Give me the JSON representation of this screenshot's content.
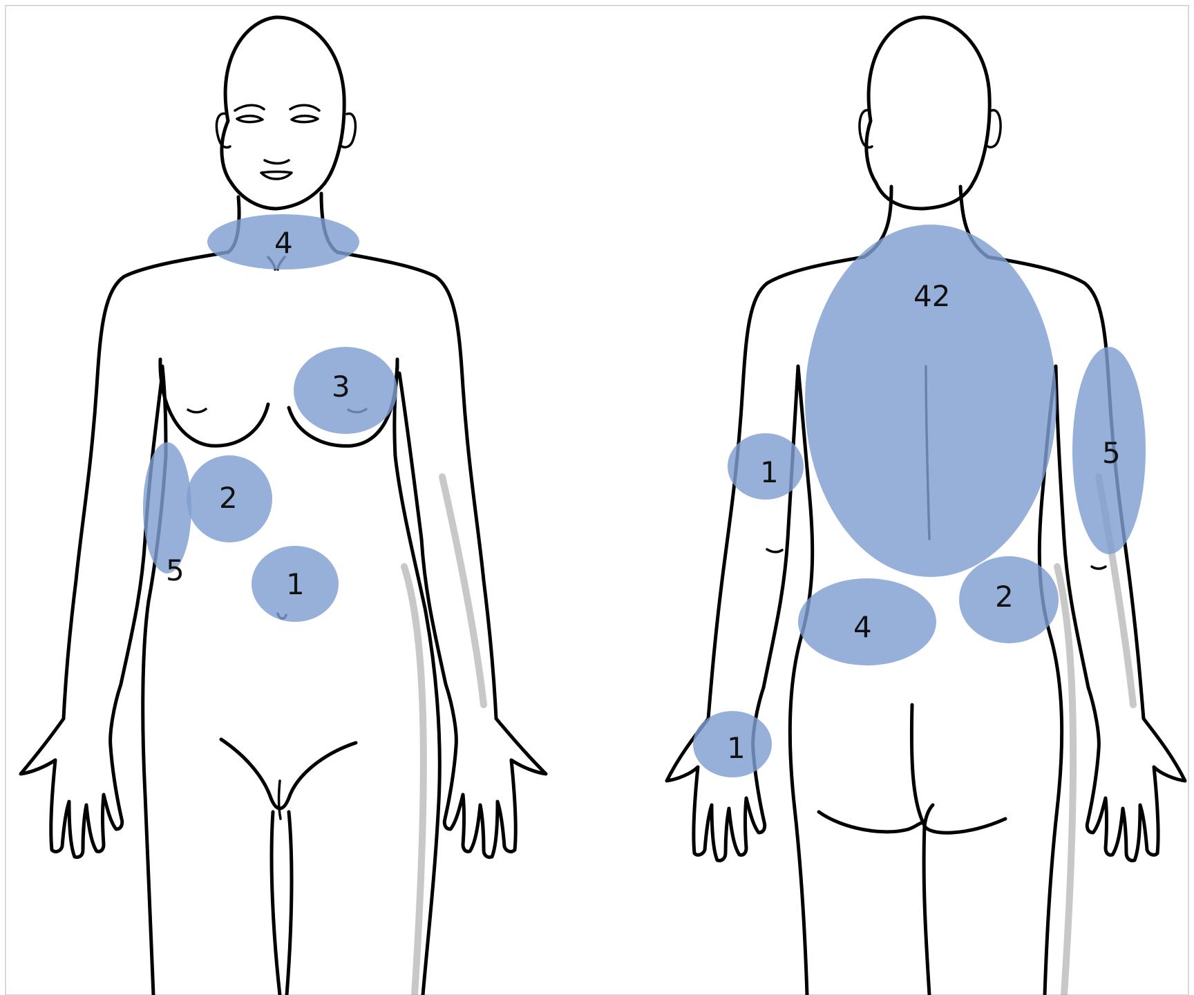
{
  "figure": {
    "colors": {
      "highlight_fill": "#7f9fd1",
      "highlight_opacity": 0.82,
      "outline": "#000000",
      "background": "#ffffff"
    },
    "front_view": {
      "regions": [
        {
          "id": "neck",
          "label": "4"
        },
        {
          "id": "left-breast",
          "label": "3"
        },
        {
          "id": "right-upper-abdomen",
          "label": "2"
        },
        {
          "id": "right-flank",
          "label": "5"
        },
        {
          "id": "lower-abdomen",
          "label": "1"
        }
      ]
    },
    "back_view": {
      "regions": [
        {
          "id": "upper-back",
          "label": "42"
        },
        {
          "id": "left-upper-arm",
          "label": "1"
        },
        {
          "id": "right-upper-arm",
          "label": "5"
        },
        {
          "id": "lower-back-left",
          "label": "4"
        },
        {
          "id": "lower-back-right",
          "label": "2"
        },
        {
          "id": "left-wrist",
          "label": "1"
        }
      ]
    }
  }
}
